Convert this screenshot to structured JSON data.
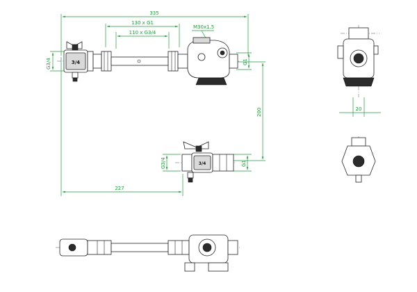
{
  "colors": {
    "dimension": "#1f9a3a",
    "part": "#222222",
    "background": "#ffffff"
  },
  "dimensions": {
    "overall_width": "335",
    "pipe_g1": "130 x G1",
    "pipe_g34": "110 x G3/4",
    "thread_top": "M30x1.5",
    "left_connection": "G3/4",
    "right_connection_top": "G1",
    "vertical_offset": "200",
    "lower_left_connection": "G3/4",
    "lower_right_connection": "G1",
    "lower_offset": "227",
    "side_offset": "20"
  },
  "markings": {
    "ball_valve_size_top": "3/4",
    "ball_valve_size_lower": "3/4"
  }
}
